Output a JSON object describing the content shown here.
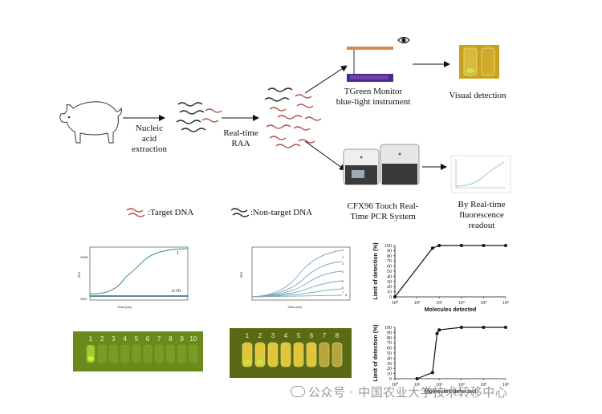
{
  "workflow": {
    "step_extraction": "Nucleic\nacid\nextraction",
    "step_raa": "Real-time\nRAA",
    "instrument_tgreen": "TGreen Monitor\nblue-light instrument",
    "result_visual": "Visual detection",
    "instrument_cfx": "CFX96 Touch Real-\nTime PCR System",
    "result_fluorescence": "By Real-time\nfluorescence\nreadout"
  },
  "legend": {
    "target": ":Target DNA",
    "non_target": ":Non-target DNA",
    "target_color": "#b3564f",
    "non_target_color": "#2b2b2b"
  },
  "panels": {
    "specificity_curve": {
      "label_top": "1",
      "label_bottom": "2-10"
    },
    "sensitivity_curve": {
      "labels": [
        "1",
        "2",
        "3",
        "4",
        "5",
        "6",
        "7",
        "8"
      ]
    },
    "gel_specificity": {
      "lanes": [
        "1",
        "2",
        "3",
        "4",
        "5",
        "6",
        "7",
        "8",
        "9",
        "10"
      ]
    },
    "gel_sensitivity": {
      "lanes": [
        "1",
        "2",
        "3",
        "4",
        "5",
        "6",
        "7",
        "8"
      ]
    }
  },
  "chart_data": [
    {
      "type": "line",
      "ylabel": "Limit of detection (%)",
      "xlabel": "Molecules detected",
      "xscale": "log",
      "x_ticks": [
        "10⁰",
        "10¹",
        "10²",
        "10³",
        "10⁴",
        "10⁵"
      ],
      "y_ticks": [
        "0",
        "10",
        "20",
        "30",
        "40",
        "50",
        "60",
        "70",
        "80",
        "90",
        "100"
      ],
      "ylim": [
        0,
        100
      ],
      "points": [
        {
          "x": 1,
          "y": 0
        },
        {
          "x": 50,
          "y": 95
        },
        {
          "x": 100,
          "y": 100
        },
        {
          "x": 1000,
          "y": 100
        },
        {
          "x": 10000,
          "y": 100
        },
        {
          "x": 100000,
          "y": 100
        }
      ]
    },
    {
      "type": "line",
      "ylabel": "Limit of detection (%)",
      "xlabel": "Molecules detected",
      "xscale": "log",
      "x_ticks": [
        "10⁰",
        "10¹",
        "10²",
        "10³",
        "10⁴",
        "10⁵"
      ],
      "y_ticks": [
        "0",
        "10",
        "20",
        "30",
        "40",
        "50",
        "60",
        "70",
        "80",
        "90",
        "100"
      ],
      "ylim": [
        0,
        100
      ],
      "points": [
        {
          "x": 10,
          "y": 0
        },
        {
          "x": 50,
          "y": 12
        },
        {
          "x": 80,
          "y": 88
        },
        {
          "x": 100,
          "y": 95
        },
        {
          "x": 1000,
          "y": 100
        },
        {
          "x": 10000,
          "y": 100
        },
        {
          "x": 100000,
          "y": 100
        }
      ]
    }
  ],
  "watermark": "公众号 · 中国农业大学技术转移中心"
}
